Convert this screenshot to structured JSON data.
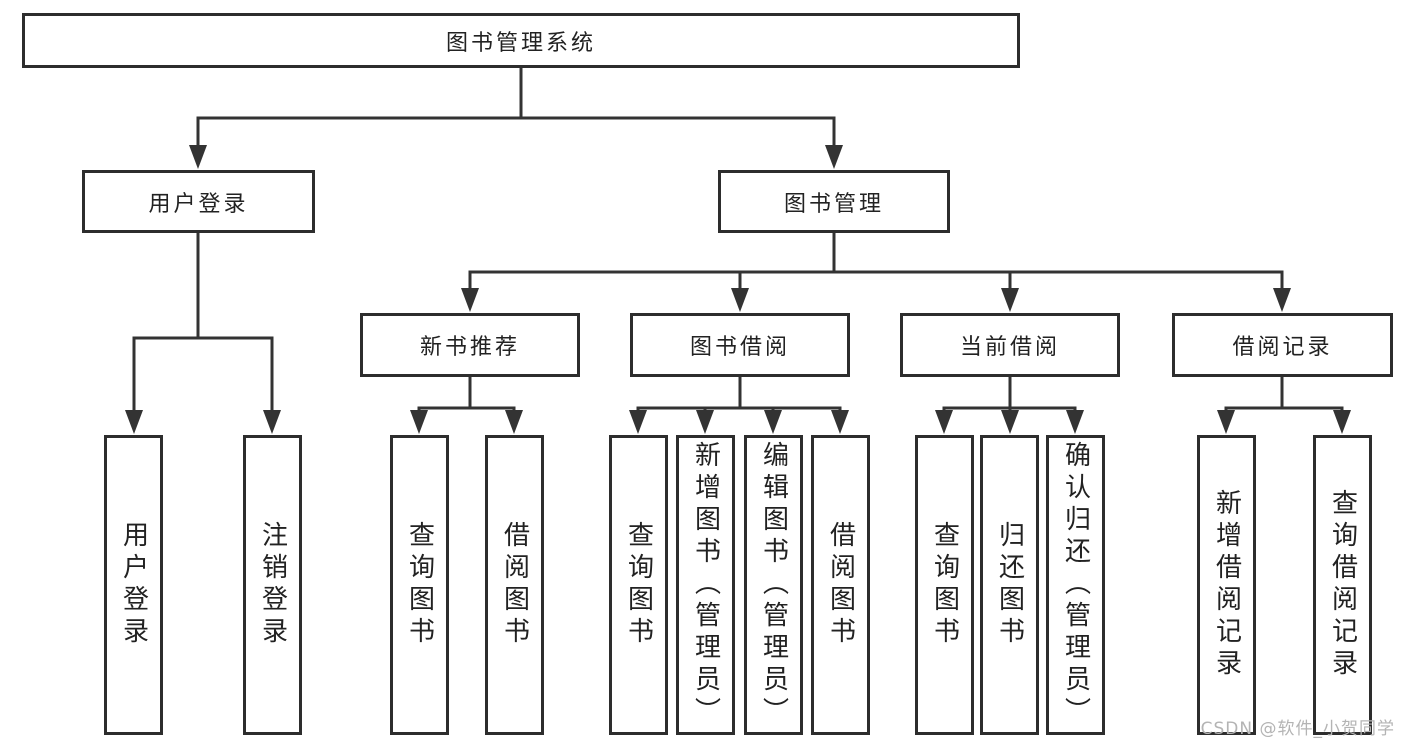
{
  "page": {
    "colors": {
      "line": "#333333",
      "border": "#2d2d2d",
      "text": "#222222",
      "watermark": "#b4b4b4",
      "background": "#ffffff"
    },
    "watermark": "CSDN @软件_小贺同学",
    "tree": {
      "root": {
        "label": "图书管理系统"
      },
      "branches": [
        {
          "label": "用户登录",
          "children": [
            {
              "label": "用户登录"
            },
            {
              "label": "注销登录"
            }
          ]
        },
        {
          "label": "图书管理",
          "children": [
            {
              "label": "新书推荐",
              "children": [
                {
                  "label": "查询图书"
                },
                {
                  "label": "借阅图书"
                }
              ]
            },
            {
              "label": "图书借阅",
              "children": [
                {
                  "label": "查询图书"
                },
                {
                  "label": "新增图书（管理员）"
                },
                {
                  "label": "编辑图书（管理员）"
                },
                {
                  "label": "借阅图书"
                }
              ]
            },
            {
              "label": "当前借阅",
              "children": [
                {
                  "label": "查询图书"
                },
                {
                  "label": "归还图书"
                },
                {
                  "label": "确认归还（管理员）"
                }
              ]
            },
            {
              "label": "借阅记录",
              "children": [
                {
                  "label": "新增借阅记录"
                },
                {
                  "label": "查询借阅记录"
                }
              ]
            }
          ]
        }
      ]
    }
  }
}
